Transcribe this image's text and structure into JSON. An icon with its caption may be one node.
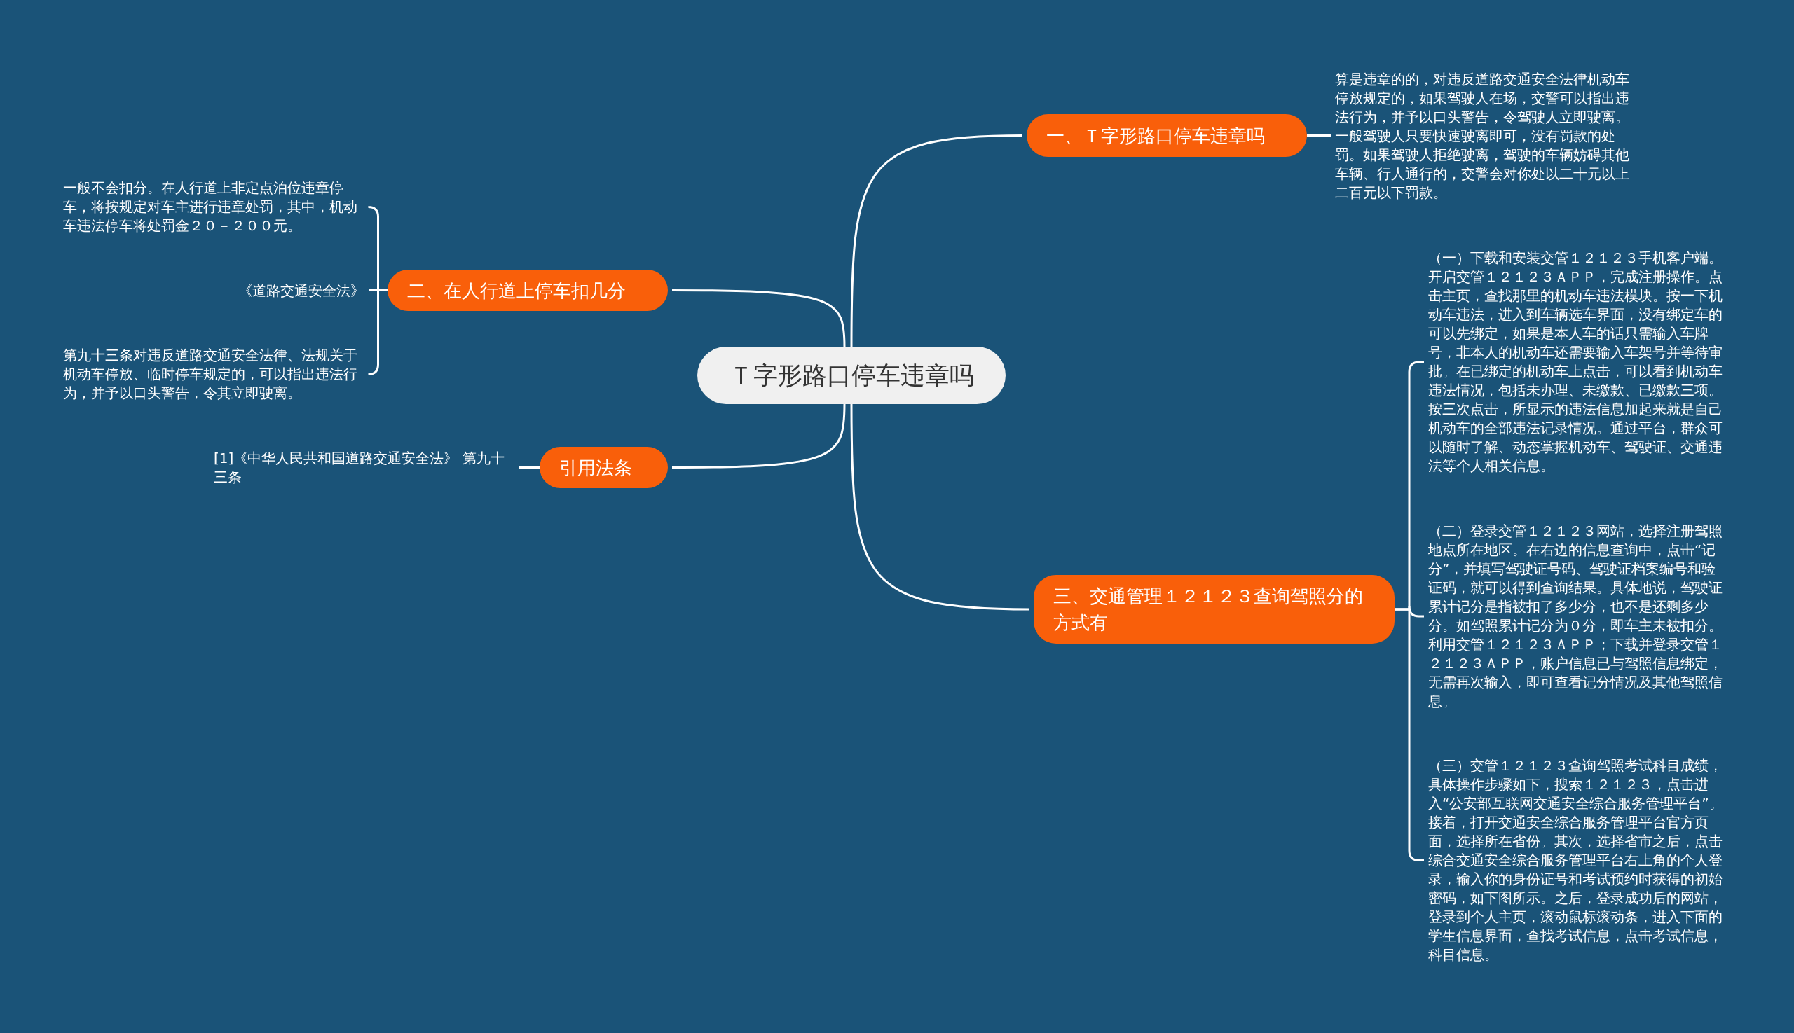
{
  "diagram": {
    "nodes": [
      {
        "text": [
          "Ｔ字形路口停车违章吗"
        ]
      },
      {
        "text": [
          "一、Ｔ字形路口停车违章吗"
        ]
      },
      {
        "text": [
          "算是违章的的，对违反道路交通安全法律机动车停放规定的，如果驾驶人在场，交警可以指出违法行为，并予以口头警告，令驾驶人立即驶离。一般驾驶人只要快速驶离即可，没有罚款的处罚。如果驾驶人拒绝驶离，驾驶的车辆妨碍其他车辆、行人通行的，交警会对你处以二十元以上二百元以下罚款。"
        ]
      },
      {
        "text": [
          "二、在人行道上停车扣几分"
        ]
      },
      {
        "text": [
          "一般不会扣分。在人行道上非定点泊位违章停车，将按规定对车主进行违章处罚，其中，机动车违法停车将处罚金２０－２００元。"
        ]
      },
      {
        "text": [
          "《道路交通安全法》"
        ]
      },
      {
        "text": [
          "第九十三条对违反道路交通安全法律、法规关于机动车停放、临时停车规定的，可以指出违法行为，并予以口头警告，令其立即驶离。"
        ]
      },
      {
        "text": [
          "引用法条"
        ]
      },
      {
        "text": [
          "[1]《中华人民共和国道路交通安全法》 第九十三条"
        ]
      },
      {
        "text": [
          "三、交通管理１２１２３查询驾照分的方式有"
        ]
      },
      {
        "text": [
          "（一）下载和安装交管１２１２３手机客户端。开启交管１２１２３ＡＰＰ，完成注册操作。点击主页，查找那里的机动车违法模块。按一下机动车违法，进入到车辆选车界面，没有绑定车的可以先绑定，如果是本人车的话只需输入车牌号，非本人的机动车还需要输入车架号并等待审批。在已绑定的机动车上点击，可以看到机动车违法情况，包括未办理、未缴款、已缴款三项。按三次点击，所显示的违法信息加起来就是自己机动车的全部违法记录情况。通过平台，群众可以随时了解、动态掌握机动车、驾驶证、交通违法等个人相关信息。"
        ]
      },
      {
        "text": [
          "（二）登录交管１２１２３网站，选择注册驾照地点所在地区。在右边的信息查询中，点击“记分”，并填写驾驶证号码、驾驶证档案编号和验证码，就可以得到查询结果。具体地说，驾驶证累计记分是指被扣了多少分，也不是还剩多少分。如驾照累计记分为０分，即车主未被扣分。利用交管１２１２３ＡＰＰ；下载并登录交管１２１２３ＡＰＰ，账户信息已与驾照信息绑定，无需再次输入，即可查看记分情况及其他驾照信息。"
        ]
      },
      {
        "text": [
          "（三）交管１２１２３查询驾照考试科目成绩，具体操作步骤如下，搜索１２１２３，点击进入“公安部互联网交通安全综合服务管理平台”。接着，打开交通安全综合服务管理平台官方页面，选择所在省份。其次，选择省市之后，点击综合交通安全综合服务管理平台右上角的个人登录，输入你的身份证号和考试预约时获得的初始密码，如下图所示。之后，登录成功后的网站，登录到个人主页，滚动鼠标滚动条，进入下面的学生信息界面，查找考试信息，点击考试信息，科目信息。"
        ]
      }
    ],
    "edges": [
      {
        "from": 0,
        "to": 1,
        "arrow": "none"
      },
      {
        "from": 1,
        "to": 2,
        "arrow": "none"
      },
      {
        "from": 0,
        "to": 3,
        "arrow": "none"
      },
      {
        "from": 3,
        "to": 4,
        "arrow": "none"
      },
      {
        "from": 3,
        "to": 5,
        "arrow": "none"
      },
      {
        "from": 3,
        "to": 6,
        "arrow": "none"
      },
      {
        "from": 0,
        "to": 7,
        "arrow": "none"
      },
      {
        "from": 7,
        "to": 8,
        "arrow": "none"
      },
      {
        "from": 0,
        "to": 9,
        "arrow": "none"
      },
      {
        "from": 9,
        "to": 10,
        "arrow": "none"
      },
      {
        "from": 9,
        "to": 11,
        "arrow": "none"
      },
      {
        "from": 9,
        "to": 12,
        "arrow": "none"
      }
    ]
  }
}
